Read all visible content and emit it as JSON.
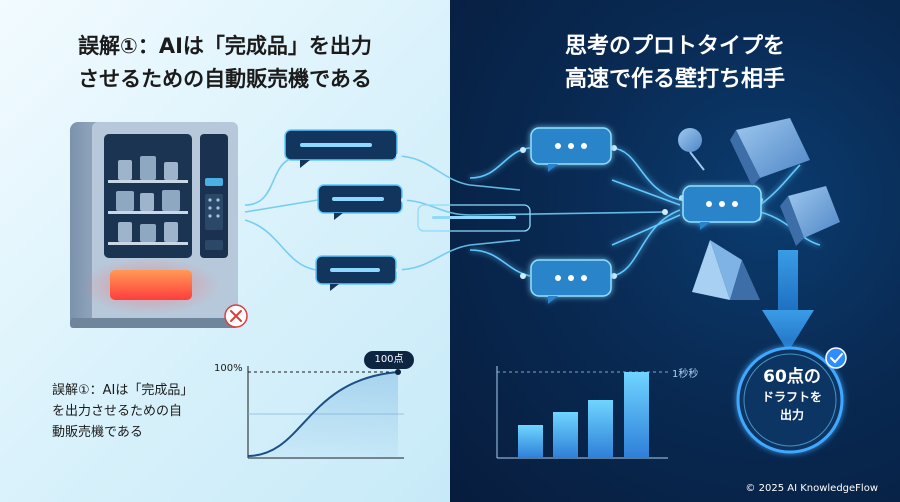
{
  "left": {
    "heading_line1": "誤解①：AIは「完成品」を出力",
    "heading_line2": "させるための自動販売機である",
    "caption_lines": [
      "誤解①：AIは「完成品」",
      "を出力させるための自",
      "動販売機である"
    ],
    "chart_max_label": "100%",
    "score_badge": "100点"
  },
  "right": {
    "heading_line1": "思考のプロトタイプを",
    "heading_line2": "高速で作る壁打ち相手",
    "bar_label": "1秒秒",
    "result_score": "60点の",
    "result_line2": "ドラフトを",
    "result_line3": "出力"
  },
  "footer": {
    "copyright": "© 2025 AI KnowledgeFlow"
  },
  "colors": {
    "accent_glow": "#5ec8ff",
    "dark_navy": "#0e2542",
    "error_red": "#e23b3b",
    "check_blue": "#2f8cff"
  },
  "icons": [
    "vending-machine-icon",
    "speech-bubble-icon",
    "error-x-icon",
    "check-icon",
    "arrow-down-icon",
    "cube-icon",
    "pyramid-icon"
  ]
}
